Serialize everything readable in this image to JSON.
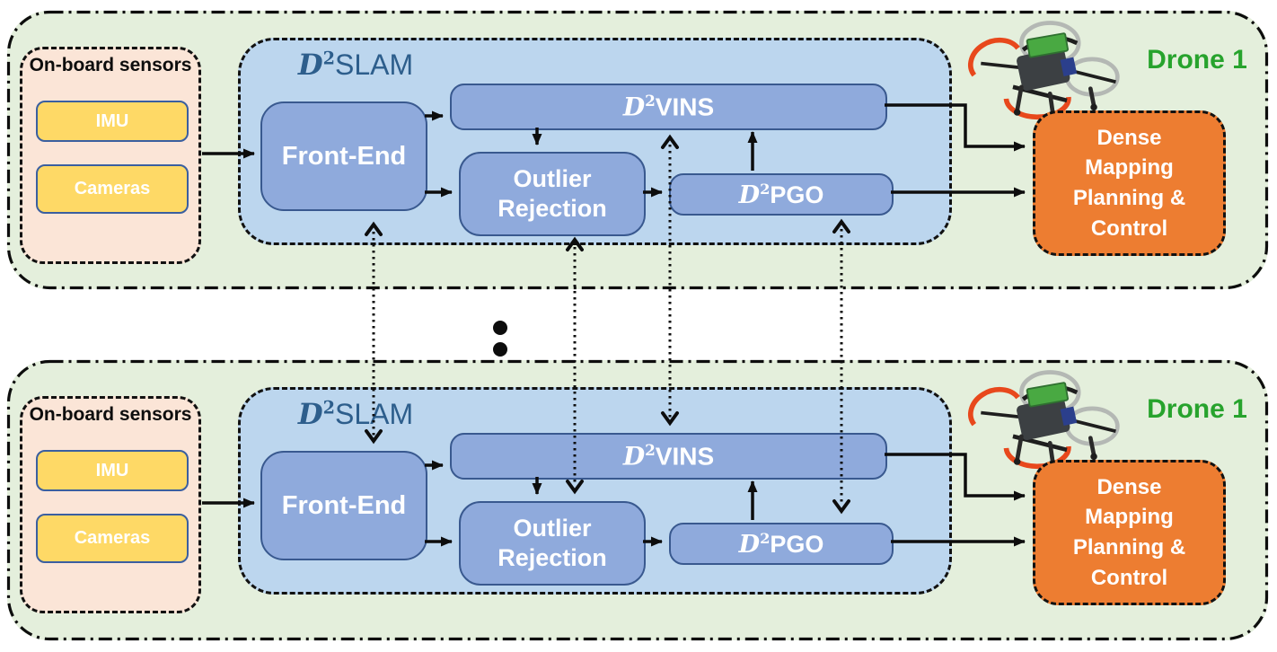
{
  "figure": {
    "type": "system-architecture-diagram",
    "description_colors": {
      "panel_green": "#e4efdc",
      "slam_blue": "#bcd6ee",
      "module_blue": "#8faadc",
      "module_border": "#39598f",
      "sensor_yellow": "#fed966",
      "sensors_peach": "#fbe5d7",
      "output_orange": "#ed7d31",
      "drone_label_green": "#27a32d",
      "slam_title_blue": "#2d5e8c",
      "arrow_black": "#0d0d0d"
    }
  },
  "panels": [
    {
      "drone_label": "Drone 1",
      "sensors": {
        "title": "On-board sensors",
        "items": [
          "IMU",
          "Cameras"
        ]
      },
      "slam": {
        "label": {
          "base": "D",
          "sup": "2",
          "rest": "SLAM"
        },
        "front_end": "Front-End",
        "vins": {
          "base": "D",
          "sup": "2",
          "rest": "VINS"
        },
        "outlier": "Outlier Rejection",
        "pgo": {
          "base": "D",
          "sup": "2",
          "rest": "PGO"
        }
      },
      "output": {
        "lines": [
          "Dense",
          "Mapping",
          "Planning &",
          "Control"
        ]
      }
    },
    {
      "drone_label": "Drone 1",
      "sensors": {
        "title": "On-board sensors",
        "items": [
          "IMU",
          "Cameras"
        ]
      },
      "slam": {
        "label": {
          "base": "D",
          "sup": "2",
          "rest": "SLAM"
        },
        "front_end": "Front-End",
        "vins": {
          "base": "D",
          "sup": "2",
          "rest": "VINS"
        },
        "outlier": "Outlier Rejection",
        "pgo": {
          "base": "D",
          "sup": "2",
          "rest": "PGO"
        }
      },
      "output": {
        "lines": [
          "Dense",
          "Mapping",
          "Planning &",
          "Control"
        ]
      }
    }
  ]
}
